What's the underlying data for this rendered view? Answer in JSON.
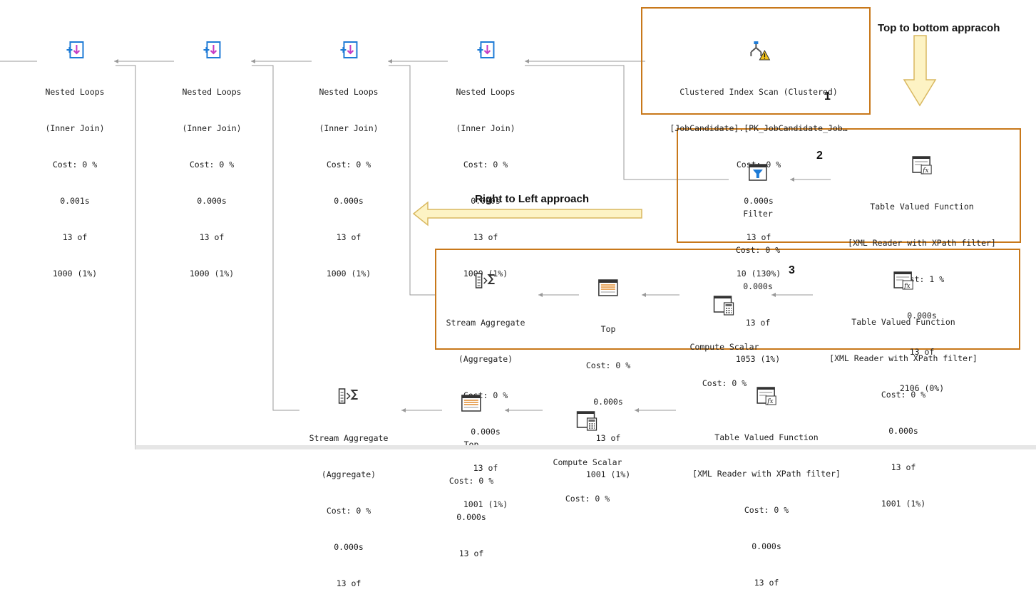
{
  "annotations": {
    "top_to_bottom": "Top to bottom appracoh",
    "right_to_left": "Right to Left approach",
    "box1": "1",
    "box2": "2",
    "box3": "3"
  },
  "nodes": {
    "nl1": {
      "name": "Nested Loops",
      "sub": "(Inner Join)",
      "cost": "Cost: 0 %",
      "time": "0.001s",
      "rows": "13 of",
      "est": "1000 (1%)"
    },
    "nl2": {
      "name": "Nested Loops",
      "sub": "(Inner Join)",
      "cost": "Cost: 0 %",
      "time": "0.000s",
      "rows": "13 of",
      "est": "1000 (1%)"
    },
    "nl3": {
      "name": "Nested Loops",
      "sub": "(Inner Join)",
      "cost": "Cost: 0 %",
      "time": "0.000s",
      "rows": "13 of",
      "est": "1000 (1%)"
    },
    "nl4": {
      "name": "Nested Loops",
      "sub": "(Inner Join)",
      "cost": "Cost: 0 %",
      "time": "0.000s",
      "rows": "13 of",
      "est": "1000 (1%)"
    },
    "cis": {
      "name": "Clustered Index Scan (Clustered)",
      "sub": "[JobCandidate].[PK_JobCandidate_Job…",
      "cost": "Cost: 0 %",
      "time": "0.000s",
      "rows": "13 of",
      "est": "10 (130%)"
    },
    "filter": {
      "name": "Filter",
      "cost": "Cost: 0 %",
      "time": "0.000s",
      "rows": "13 of",
      "est": "1053 (1%)"
    },
    "tvf1": {
      "name": "Table Valued Function",
      "sub": "[XML Reader with XPath filter]",
      "cost": "Cost: 1 %",
      "time": "0.000s",
      "rows": "13 of",
      "est": "2106 (0%)"
    },
    "sa1": {
      "name": "Stream Aggregate",
      "sub": "(Aggregate)",
      "cost": "Cost: 0 %",
      "time": "0.000s",
      "rows": "13 of",
      "est": "1001 (1%)"
    },
    "top1": {
      "name": "Top",
      "cost": "Cost: 0 %",
      "time": "0.000s",
      "rows": "13 of",
      "est": "1001 (1%)"
    },
    "cs1": {
      "name": "Compute Scalar",
      "cost": "Cost: 0 %"
    },
    "tvf2": {
      "name": "Table Valued Function",
      "sub": "[XML Reader with XPath filter]",
      "cost": "Cost: 0 %",
      "time": "0.000s",
      "rows": "13 of",
      "est": "1001 (1%)"
    },
    "sa2": {
      "name": "Stream Aggregate",
      "sub": "(Aggregate)",
      "cost": "Cost: 0 %",
      "time": "0.000s",
      "rows": "13 of"
    },
    "top2": {
      "name": "Top",
      "cost": "Cost: 0 %",
      "time": "0.000s",
      "rows": "13 of"
    },
    "cs2": {
      "name": "Compute Scalar",
      "cost": "Cost: 0 %"
    },
    "tvf3": {
      "name": "Table Valued Function",
      "sub": "[XML Reader with XPath filter]",
      "cost": "Cost: 0 %",
      "time": "0.000s",
      "rows": "13 of"
    }
  },
  "colors": {
    "box": "#c8781a",
    "arrow_fill": "#fdf3c4",
    "arrow_stroke": "#d9b860",
    "line": "#9a9a9a",
    "icon_blue": "#1e7bd6",
    "icon_magenta": "#c43cc4"
  }
}
